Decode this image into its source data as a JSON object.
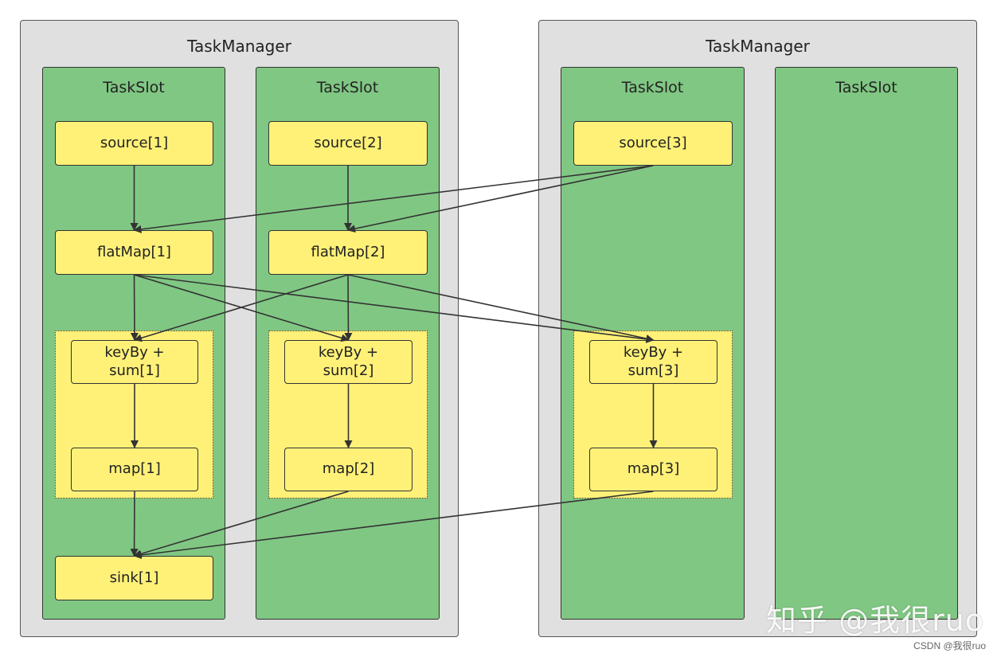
{
  "task_managers": [
    {
      "title": "TaskManager"
    },
    {
      "title": "TaskManager"
    }
  ],
  "slots": [
    {
      "title": "TaskSlot"
    },
    {
      "title": "TaskSlot"
    },
    {
      "title": "TaskSlot"
    },
    {
      "title": "TaskSlot"
    }
  ],
  "operators": {
    "source1": "source[1]",
    "source2": "source[2]",
    "source3": "source[3]",
    "flatmap1": "flatMap[1]",
    "flatmap2": "flatMap[2]",
    "keyby1": "keyBy +\nsum[1]",
    "keyby2": "keyBy +\nsum[2]",
    "keyby3": "keyBy +\nsum[3]",
    "map1": "map[1]",
    "map2": "map[2]",
    "map3": "map[3]",
    "sink1": "sink[1]"
  },
  "edges": [
    [
      "source1",
      "flatmap1"
    ],
    [
      "source2",
      "flatmap2"
    ],
    [
      "source3",
      "flatmap1"
    ],
    [
      "source3",
      "flatmap2"
    ],
    [
      "flatmap1",
      "keyby1"
    ],
    [
      "flatmap1",
      "keyby2"
    ],
    [
      "flatmap1",
      "keyby3"
    ],
    [
      "flatmap2",
      "keyby1"
    ],
    [
      "flatmap2",
      "keyby2"
    ],
    [
      "flatmap2",
      "keyby3"
    ],
    [
      "keyby1",
      "map1"
    ],
    [
      "keyby2",
      "map2"
    ],
    [
      "keyby3",
      "map3"
    ],
    [
      "map1",
      "sink1"
    ],
    [
      "map2",
      "sink1"
    ],
    [
      "map3",
      "sink1"
    ]
  ],
  "colors": {
    "task_manager": "#e0e0e0",
    "task_slot": "#80c783",
    "operator": "#fff178",
    "edge": "#333333"
  },
  "watermark": "知乎 @我很ruo",
  "credit": "CSDN @我很ruo"
}
